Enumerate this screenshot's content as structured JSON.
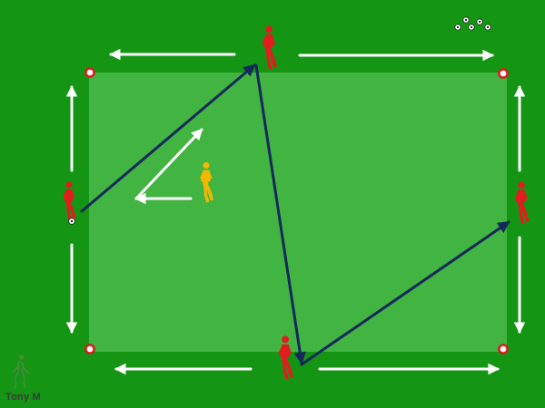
{
  "diagram": {
    "kind": "football-passing-drill",
    "author": "Tony M",
    "colors": {
      "outer_grass": "#149614",
      "pitch": "#42b442",
      "attacker": "#e01e1e",
      "defender": "#f2b800",
      "pass_line": "#14285a",
      "movement_arrow": "#ffffff",
      "cone_border": "#d71e1e",
      "logo": "#4a8c3a"
    },
    "players": [
      {
        "id": "top",
        "team": "attacker"
      },
      {
        "id": "left",
        "team": "attacker",
        "has_ball": true
      },
      {
        "id": "right",
        "team": "attacker"
      },
      {
        "id": "bottom",
        "team": "attacker"
      },
      {
        "id": "center",
        "team": "defender"
      }
    ],
    "cones": [
      "top-left",
      "top-right",
      "bottom-left",
      "bottom-right"
    ],
    "ball_stack_count": 5,
    "pass_sequence": [
      "left",
      "top",
      "bottom",
      "right"
    ],
    "movement_arrows": {
      "top": [
        "left",
        "right"
      ],
      "bottom": [
        "left",
        "right"
      ],
      "left": [
        "up",
        "down"
      ],
      "right": [
        "up",
        "down"
      ],
      "center": [
        "diagonal",
        "horizontal"
      ]
    }
  }
}
